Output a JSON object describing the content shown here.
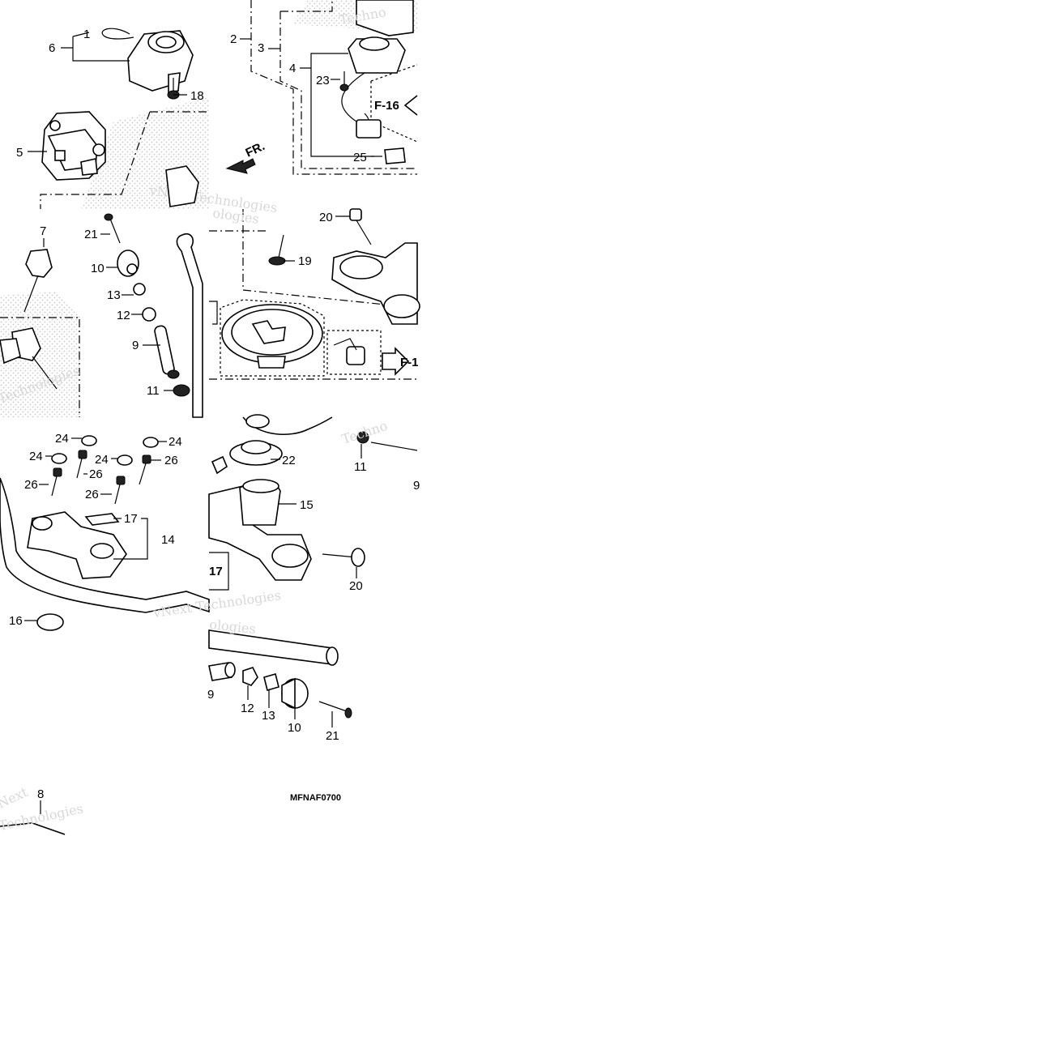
{
  "diagram": {
    "code": "MFNAF0700",
    "direction_label": "FR.",
    "ref_labels": [
      "F-16",
      "F-1",
      "17"
    ],
    "watermark": [
      "vNext Technologies",
      "Technologies",
      "Techno",
      "Next",
      "ologies"
    ],
    "callouts": {
      "n1": "1",
      "n2": "2",
      "n3": "3",
      "n4": "4",
      "n5": "5",
      "n6": "6",
      "n7": "7",
      "n8": "8",
      "n9": "9",
      "n10": "10",
      "n11": "11",
      "n12": "12",
      "n13": "13",
      "n14": "14",
      "n15": "15",
      "n16": "16",
      "n17": "17",
      "n18": "18",
      "n19": "19",
      "n20": "20",
      "n21": "21",
      "n22": "22",
      "n23": "23",
      "n24": "24",
      "n25": "25",
      "n26": "26"
    }
  }
}
